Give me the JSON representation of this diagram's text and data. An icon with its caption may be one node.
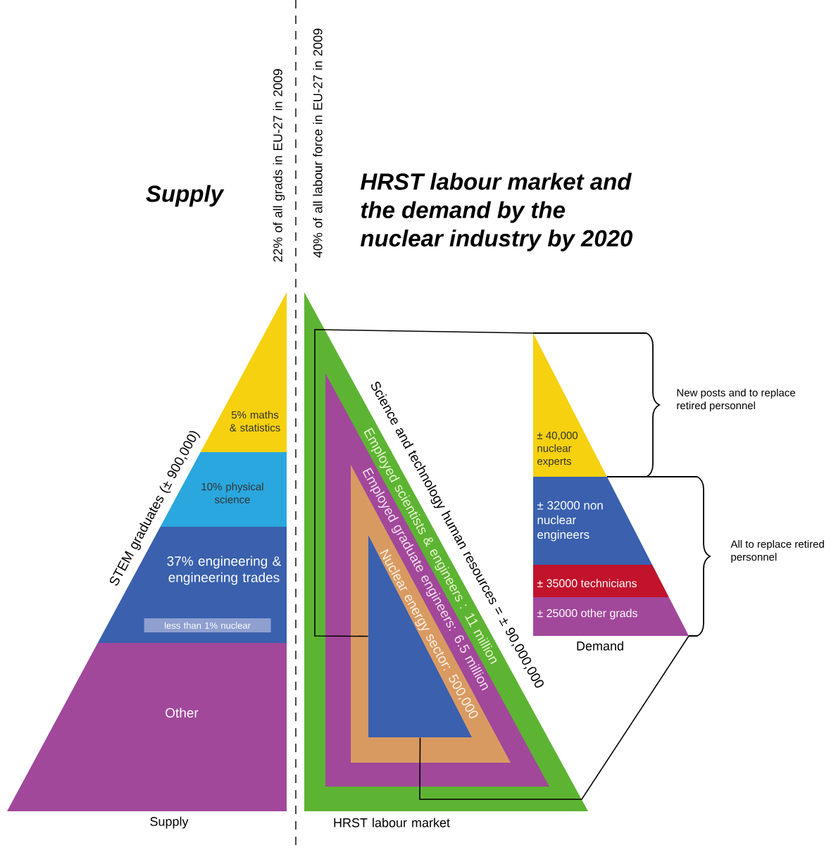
{
  "diagram": {
    "title": "HRST labour market and the demand by the nuclear industry by 2020",
    "nodes": [
      {
        "text": [
          "5% maths & statistics"
        ]
      },
      {
        "text": [
          "10% physical science"
        ]
      },
      {
        "text": [
          "37% engineering & engineering trades"
        ]
      },
      {
        "text": [
          "less than 1% nuclear"
        ],
        "in": 2
      },
      {
        "text": [
          "Other"
        ]
      },
      {
        "text": [
          "Science and technology human resources = ± 90,000,000",
          "Employed scientists & engineers : 11 million"
        ]
      },
      {
        "text": [
          "Employed graduate engineers: 6.5 million"
        ],
        "in": 5
      },
      {
        "text": [
          "Nuclear energy sector: 500,000"
        ],
        "in": 6
      },
      {
        "text": [],
        "shape": "triangle",
        "in": 7
      },
      {
        "text": [
          "± 40,000 nuclear experts"
        ]
      },
      {
        "text": [
          "± 32000 non nuclear engineers"
        ]
      },
      {
        "text": [
          "± 35000 technicians"
        ]
      },
      {
        "text": [
          "± 25000 other grads"
        ]
      }
    ],
    "edges": [
      {
        "from": 8,
        "to": 9,
        "arrow": "none"
      },
      {
        "from": 8,
        "to": 12,
        "arrow": "none"
      }
    ],
    "labels": [
      "Supply",
      "22% of all grads in EU-27 in 2009",
      "40% of all labour force in EU-27 in 2009",
      "STEM graduates (± 900,000)",
      "New posts and to replace retired personnel",
      "All to replace retired personnel",
      "Supply",
      "HRST labour market",
      "Demand"
    ]
  }
}
